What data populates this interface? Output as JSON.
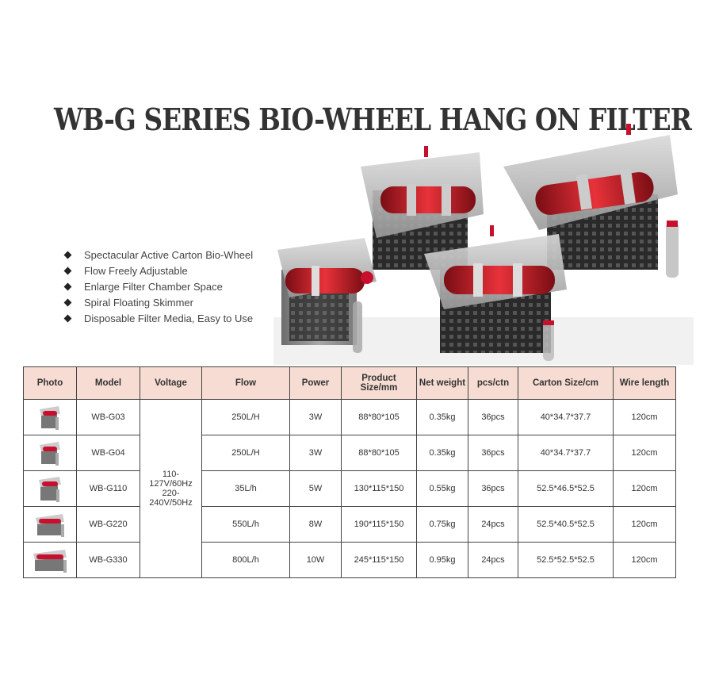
{
  "title": "WB-G SERIES BIO-WHEEL HANG ON FILTER",
  "features": [
    "Spectacular Active Carton Bio-Wheel",
    "Flow Freely Adjustable",
    "Enlarge Filter Chamber Space",
    "Spiral Floating Skimmer",
    "Disposable Filter Media, Easy to Use"
  ],
  "table": {
    "headers": {
      "photo": "Photo",
      "model": "Model",
      "voltage": "Voltage",
      "flow": "Flow",
      "power": "Power",
      "size_line1": "Product",
      "size_line2": "Size/mm",
      "weight": "Net weight",
      "pcs": "pcs/ctn",
      "carton": "Carton Size/cm",
      "wire": "Wire length"
    },
    "voltage": {
      "line1": "110-",
      "line2": "127V/60Hz",
      "line3": "220-",
      "line4": "240V/50Hz"
    },
    "rows": [
      {
        "model": "WB-G03",
        "flow": "250L/H",
        "power": "3W",
        "size": "88*80*105",
        "weight": "0.35kg",
        "pcs": "36pcs",
        "carton": "40*34.7*37.7",
        "wire": "120cm"
      },
      {
        "model": "WB-G04",
        "flow": "250L/H",
        "power": "3W",
        "size": "88*80*105",
        "weight": "0.35kg",
        "pcs": "36pcs",
        "carton": "40*34.7*37.7",
        "wire": "120cm"
      },
      {
        "model": "WB-G110",
        "flow": "35L/h",
        "power": "5W",
        "size": "130*115*150",
        "weight": "0.55kg",
        "pcs": "36pcs",
        "carton": "52.5*46.5*52.5",
        "wire": "120cm"
      },
      {
        "model": "WB-G220",
        "flow": "550L/h",
        "power": "8W",
        "size": "190*115*150",
        "weight": "0.75kg",
        "pcs": "24pcs",
        "carton": "52.5*40.5*52.5",
        "wire": "120cm"
      },
      {
        "model": "WB-G330",
        "flow": "800L/h",
        "power": "10W",
        "size": "245*115*150",
        "weight": "0.95kg",
        "pcs": "24pcs",
        "carton": "52.5*52.5*52.5",
        "wire": "120cm"
      }
    ]
  },
  "colors": {
    "header_bg": "#f6dcd2",
    "accent_red": "#c8102e",
    "housing_gray": "#8a8a8a"
  }
}
